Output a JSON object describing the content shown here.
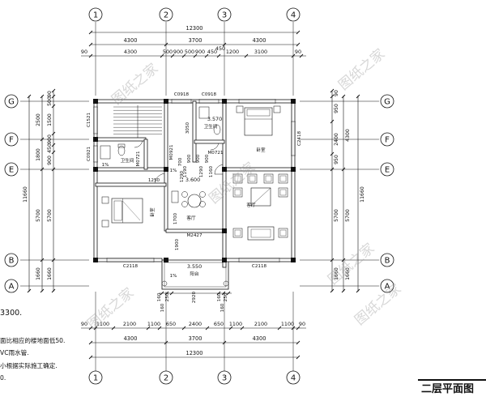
{
  "axes_vertical": [
    "1",
    "2",
    "3",
    "4"
  ],
  "axes_horizontal": [
    "G",
    "F",
    "E",
    "B",
    "A"
  ],
  "dims_top": {
    "total": "12300",
    "row1": [
      "4300",
      "3700",
      "4300"
    ],
    "small": "450",
    "row2": [
      "90",
      "4300",
      "500",
      "900",
      "500",
      "900",
      "450",
      "1200",
      "3100",
      "90"
    ]
  },
  "dims_bottom": {
    "row1": [
      "90",
      "1100",
      "2100",
      "1100",
      "650",
      "2400",
      "650",
      "1100",
      "2100",
      "1100",
      "90"
    ],
    "row2": [
      "4300",
      "3700",
      "4300"
    ],
    "total": "12300"
  },
  "dims_left": {
    "inner": [
      "90",
      "500",
      "1500",
      "900",
      "450",
      "900",
      "5700",
      "1660"
    ],
    "mid": [
      "2500",
      "1800",
      "5700",
      "1660"
    ],
    "total": "11660"
  },
  "dims_right": {
    "inner": [
      "90",
      "950",
      "2400",
      "950",
      "5700",
      "1660"
    ],
    "mid": [
      "4300",
      "5700",
      "1660"
    ],
    "total": "11660"
  },
  "balcony_dims": [
    "160",
    "250",
    "2920",
    "160",
    "250",
    "160",
    "160"
  ],
  "room_labels": {
    "window_c0918_a": "C0918",
    "window_c0918_b": "C0918",
    "window_c1521": "C1521",
    "window_c0921": "C0921",
    "window_c2418": "C2418",
    "window_c2118_a": "C2118",
    "window_c2118_b": "C2118",
    "door_m0721_a": "M0721",
    "door_m0721_b": "M0721",
    "door_m0921": "M0921",
    "door_m2427": "M2427",
    "bath_a": "卫生间",
    "bath_b": "卫生间",
    "bedroom_a": "卧室",
    "bedroom_b": "卧室",
    "hall": "客厅",
    "hall_b": "客厅",
    "balcony": "阳台",
    "level_a": "3.570",
    "level_b": "3.600",
    "level_c": "3.550",
    "dim_3050": "3050",
    "dim_1250": "1250",
    "dim_1900": "1900",
    "dim_1700": "1700",
    "pct_a": "1%",
    "pct_b": "1%",
    "pct_c": "1%",
    "dims_small": [
      "700",
      "900",
      "900",
      "900",
      "1190",
      "1290",
      "1160",
      "1290"
    ]
  },
  "watermark": "图纸之家",
  "notes": {
    "elevation": "3300.",
    "line1": "面比相应的楼地面低50.",
    "line2": "VC雨水管.",
    "line3": "小根据实际施工确定.",
    "line4": "0."
  },
  "title": "二层平面图"
}
